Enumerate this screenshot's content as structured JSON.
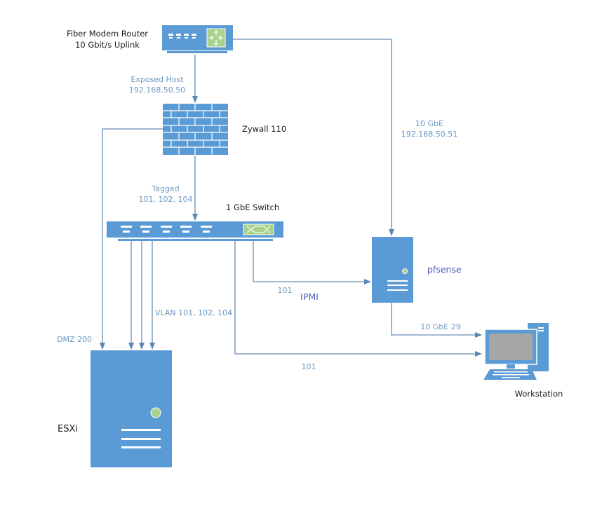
{
  "devices": {
    "router": {
      "label_line1": "Fiber Modem Router",
      "label_line2": "10 Gbit/s Uplink"
    },
    "firewall": {
      "label": "Zywall 110"
    },
    "switch": {
      "label": "1 GbE Switch"
    },
    "pfsense": {
      "label": "pfsense"
    },
    "esxi": {
      "label": "ESXi"
    },
    "workstation": {
      "label": "Workstation"
    }
  },
  "links": {
    "router_firewall": {
      "line1": "Exposed Host",
      "line2": "192.168.50.50"
    },
    "router_pfsense": {
      "line1": "10 GbE",
      "line2": "192.168.50.51"
    },
    "firewall_switch": {
      "line1": "Tagged",
      "line2": "101, 102, 104"
    },
    "switch_pfsense": {
      "vlan": "101",
      "name": "IPMI"
    },
    "switch_esxi": {
      "label": "VLAN 101, 102, 104"
    },
    "firewall_esxi": {
      "label": "DMZ 200"
    },
    "pfsense_workstation": {
      "label": "10 GbE 29"
    },
    "switch_workstation": {
      "label": "101"
    }
  },
  "colors": {
    "device_blue": "#5b9bd5",
    "accent_green": "#a9d18e",
    "wire": "#6a8fb8",
    "screen_gray": "#a6a6a6"
  }
}
